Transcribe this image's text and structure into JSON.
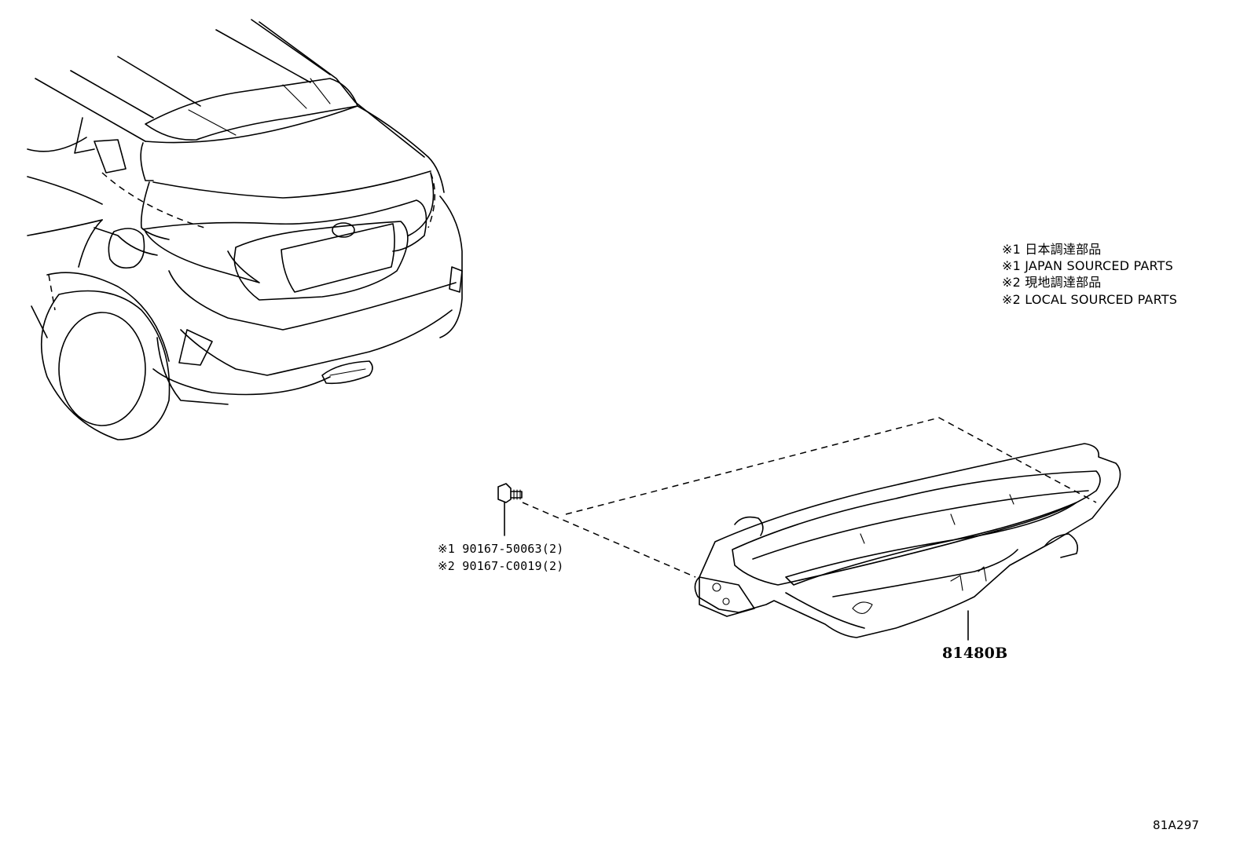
{
  "notes": [
    "※1 日本調達部品",
    "※1 JAPAN SOURCED PARTS",
    "※2 現地調達部品",
    "※2 LOCAL SOURCED PARTS"
  ],
  "screw_callouts": [
    "※1 90167-50063(2)",
    "※2 90167-C0019(2)"
  ],
  "lamp_part_number": "81480B",
  "illustration_id": "81A297"
}
